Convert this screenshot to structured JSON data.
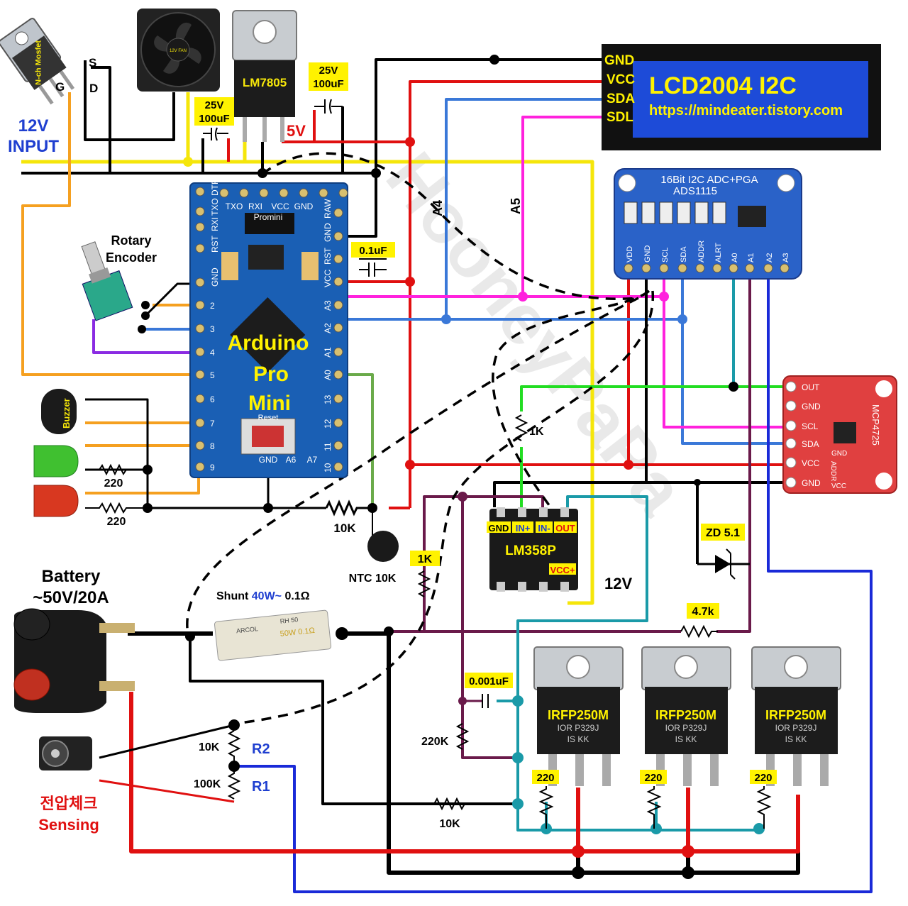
{
  "input": {
    "line1": "12V",
    "line2": "INPUT"
  },
  "mosfet": {
    "label": "N-ch Mosfet",
    "pin_s": "S",
    "pin_g": "G",
    "pin_d": "D"
  },
  "fan": {
    "label": "12V FAN"
  },
  "regulator": {
    "label": "LM7805",
    "out_label": "5V"
  },
  "caps": {
    "c1_voltage": "25V",
    "c1_value": "100uF",
    "c2_voltage": "25V",
    "c2_value": "100uF",
    "c3_value": "0.1uF",
    "c4_value": "0.001uF"
  },
  "lcd": {
    "title": "LCD2004 I2C",
    "url": "https://mindeater.tistory.com",
    "pin_gnd": "GND",
    "pin_vcc": "VCC",
    "pin_sda": "SDA",
    "pin_sdl": "SDL"
  },
  "ads": {
    "title": "16Bit I2C ADC+PGA",
    "part": "ADS1115",
    "pins": [
      "VDD",
      "GND",
      "SCL",
      "SDA",
      "ADDR",
      "ALRT",
      "A0",
      "A1",
      "A2",
      "A3"
    ]
  },
  "arduino": {
    "line1": "Arduino",
    "line2": "Pro",
    "line3": "Mini",
    "top_pins": [
      "TXO",
      "RXI",
      "VCC",
      "GND"
    ],
    "right_pins": [
      "RAW",
      "GND",
      "RST",
      "VCC",
      "A3",
      "A2",
      "A1",
      "A0",
      "13",
      "12",
      "11",
      "10"
    ],
    "left_pins": [
      "DTR",
      "TXO",
      "RXI",
      "RST",
      "GND",
      "2",
      "3",
      "4",
      "5",
      "6",
      "7",
      "8",
      "9"
    ],
    "brand": "Promini",
    "reset": "Reset",
    "bottom_pins": [
      "GND",
      "A6",
      "A7"
    ]
  },
  "wire_labels": {
    "a4": "A4",
    "a5": "A5"
  },
  "encoder": {
    "line1": "Rotary",
    "line2": "Encoder"
  },
  "buzzer": {
    "label": "Buzzer"
  },
  "resistors": {
    "led1": "220",
    "led2": "220",
    "ntc_r": "10K",
    "ntc": "NTC 10K",
    "r_1k_a": "1K",
    "r_1k_b": "1K",
    "r_47k": "4.7k",
    "r_220k": "220K",
    "r_10k_gate": "10K",
    "r2_val": "10K",
    "r2_name": "R2",
    "r1_val": "100K",
    "r1_name": "R1",
    "gate1": "220",
    "gate2": "220",
    "gate3": "220"
  },
  "opamp": {
    "part": "LM358P",
    "pin_gnd": "GND",
    "pin_inp": "IN+",
    "pin_inn": "IN-",
    "pin_out": "OUT",
    "pin_vcc": "VCC+",
    "supply": "12V"
  },
  "zener": {
    "label": "ZD 5.1"
  },
  "dac": {
    "part": "MCP4725",
    "pins": [
      "OUT",
      "GND",
      "SCL",
      "SDA",
      "VCC",
      "GND"
    ],
    "pin_addr": "ADDR",
    "pin_gnd2": "GND",
    "pin_vcc2": "VCC"
  },
  "battery": {
    "line1": "Battery",
    "line2": "~50V/20A"
  },
  "shunt": {
    "prefix": "Shunt ",
    "power": "40W~",
    "value": " 0.1Ω",
    "body": "RH 50",
    "body2": "50W 0.1Ω",
    "brand": "ARCOL"
  },
  "mosfets_out": {
    "m1": "IRFP250M",
    "m2": "IRFP250M",
    "m3": "IRFP250M",
    "mark": "IOR P329J",
    "mark2": "IS   KK"
  },
  "sensing": {
    "line1": "전압체크",
    "line2": "Sensing"
  },
  "watermark": "HooneyPaPa",
  "colors": {
    "gnd": "#000000",
    "vcc": "#e01010",
    "yellow12v": "#f5e60a",
    "sda": "#3a78d8",
    "scl": "#ff22dd",
    "purple": "#8a2be2",
    "orange": "#f5a020",
    "green": "#22dd22",
    "teal": "#1a9aa8",
    "maroon": "#6a1a4a",
    "a0": "#6aaa4a",
    "navy": "#1a2ad8"
  }
}
